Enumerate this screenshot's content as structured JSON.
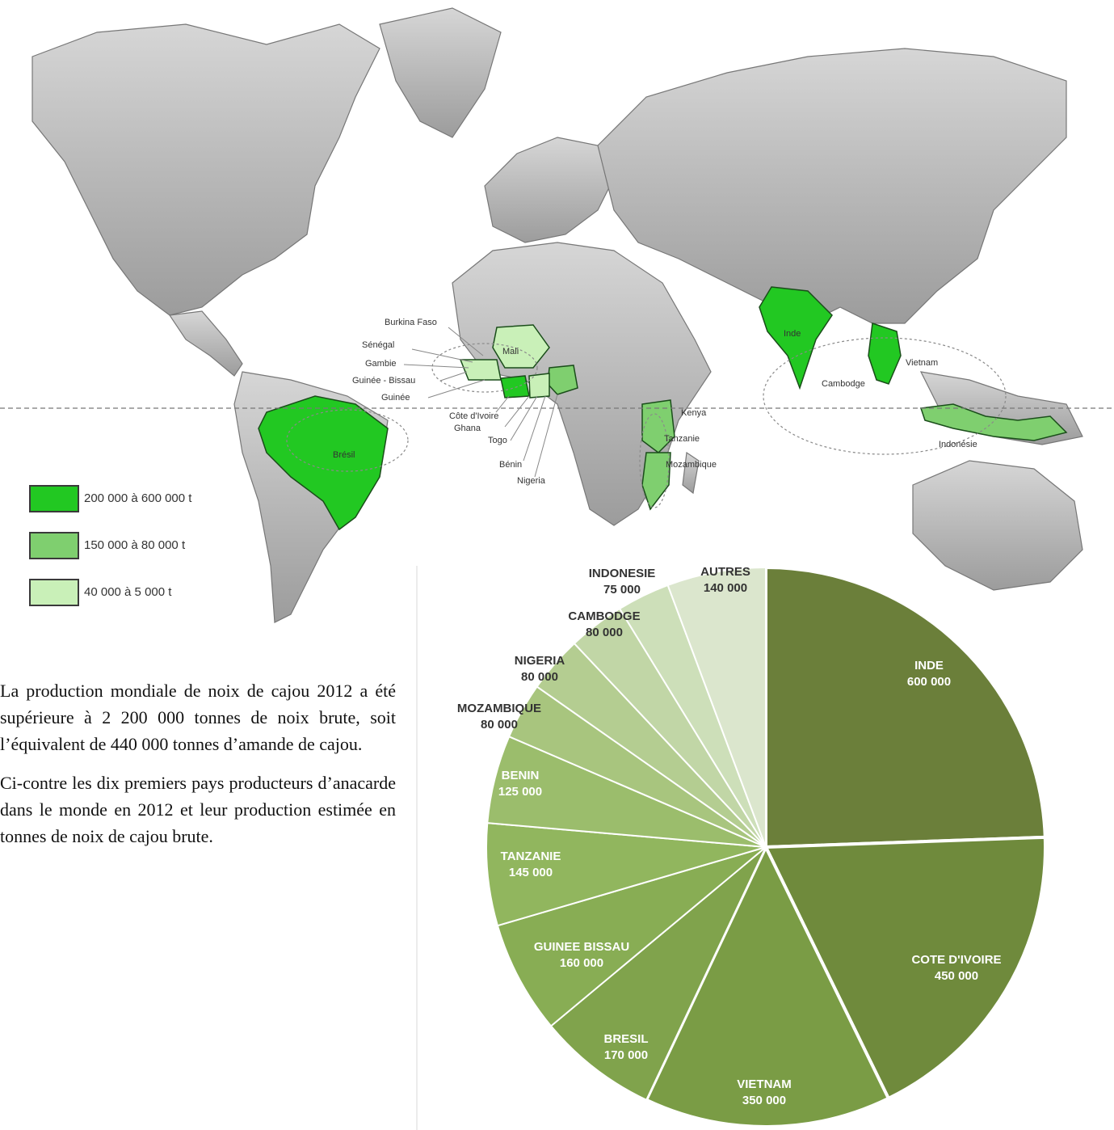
{
  "map": {
    "colors": {
      "land": "#bdbdbd",
      "land_stroke": "#7a7a7a",
      "high": "#22c822",
      "mid": "#7fcf6f",
      "low": "#c9f0b8"
    },
    "labels": {
      "burkina_faso": "Burkina Faso",
      "senegal": "Sénégal",
      "gambie": "Gambie",
      "guinee_bissau": "Guinée - Bissau",
      "guinee": "Guinée",
      "cote_divoire": "Côte d'Ivoire",
      "ghana": "Ghana",
      "togo": "Togo",
      "benin": "Bénin",
      "nigeria": "Nigeria",
      "mali": "Mali",
      "kenya": "Kenya",
      "tanzanie": "Tanzanie",
      "mozambique": "Mozambique",
      "bresil": "Brésil",
      "inde": "Inde",
      "cambodge": "Cambodge",
      "vietnam": "Vietnam",
      "indonesie": "Indonésie"
    }
  },
  "legend": [
    {
      "label": "200 000 à 600 000 t",
      "color": "#22c822"
    },
    {
      "label": "150 000 à 80 000 t",
      "color": "#7fcf6f"
    },
    {
      "label": "40 000 à 5 000 t",
      "color": "#c9f0b8"
    }
  ],
  "description": {
    "paragraph1": "La production mondiale de noix de cajou 2012 a été supérieure à 2 200 000 tonnes de noix brute, soit l’équivalent de 440 000 tonnes d’amande de cajou.",
    "paragraph2": "Ci-contre les dix premiers pays producteurs d’anacarde dans le monde en 2012 et leur production estimée en tonnes de noix de cajou brute."
  },
  "chart_data": {
    "type": "pie",
    "categories": [
      "INDE",
      "COTE D'IVOIRE",
      "VIETNAM",
      "BRESIL",
      "GUINEE BISSAU",
      "TANZANIE",
      "BENIN",
      "MOZAMBIQUE",
      "NIGERIA",
      "CAMBODGE",
      "INDONESIE",
      "AUTRES"
    ],
    "values": [
      600000,
      450000,
      350000,
      170000,
      160000,
      145000,
      125000,
      80000,
      80000,
      80000,
      75000,
      140000
    ],
    "value_labels": [
      "600 000",
      "450 000",
      "350 000",
      "170 000",
      "160 000",
      "145 000",
      "125 000",
      "80 000",
      "80 000",
      "80 000",
      "75 000",
      "140 000"
    ],
    "colors": [
      "#6b7f3a",
      "#6f8a3c",
      "#7a9c45",
      "#80a34c",
      "#88ad54",
      "#91b65e",
      "#9bbd6c",
      "#a8c57e",
      "#b4cd91",
      "#c1d6a6",
      "#cddfb9",
      "#dbe6cd"
    ],
    "label_colors": [
      "#ffffff",
      "#ffffff",
      "#ffffff",
      "#ffffff",
      "#ffffff",
      "#ffffff",
      "#ffffff",
      "#333333",
      "#333333",
      "#333333",
      "#333333",
      "#333333"
    ]
  }
}
